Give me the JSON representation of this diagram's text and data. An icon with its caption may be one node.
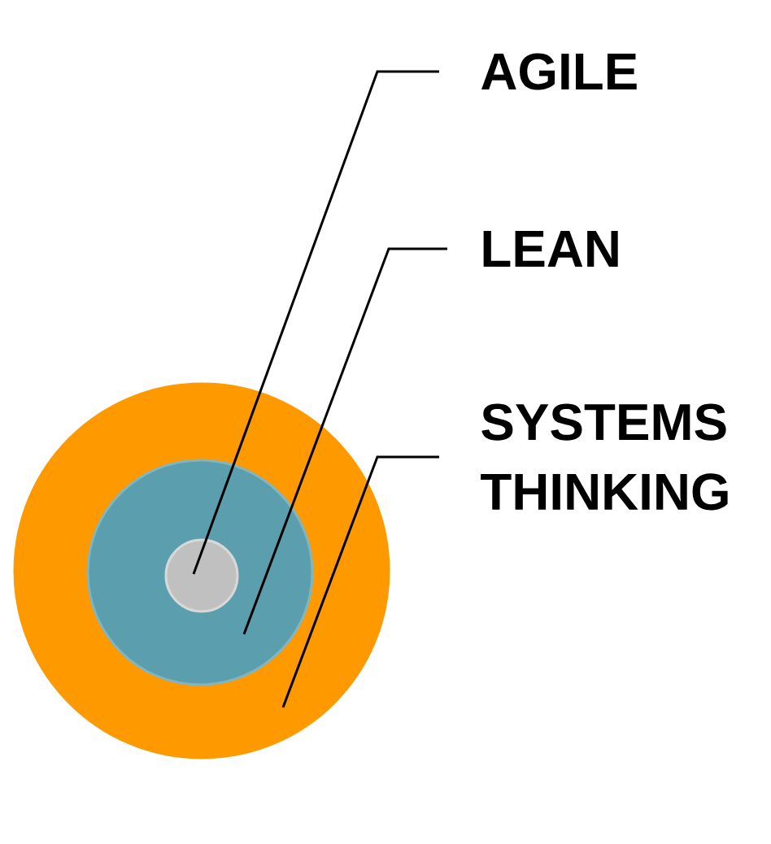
{
  "diagram": {
    "nodes": [
      {
        "text": [
          "AGILE"
        ]
      },
      {
        "text": [
          "LEAN"
        ]
      },
      {
        "text": [
          "SYSTEMS THINKING"
        ]
      },
      {
        "text": [],
        "shape": "circle"
      },
      {
        "text": [],
        "shape": "circle",
        "in": 3
      },
      {
        "text": [],
        "shape": "circle",
        "in": 4
      }
    ],
    "edges": [
      {
        "from": 0,
        "to": 5,
        "arrow": "none"
      },
      {
        "from": 1,
        "to": 4,
        "arrow": "none"
      },
      {
        "from": 2,
        "to": 3,
        "arrow": "none"
      }
    ]
  }
}
